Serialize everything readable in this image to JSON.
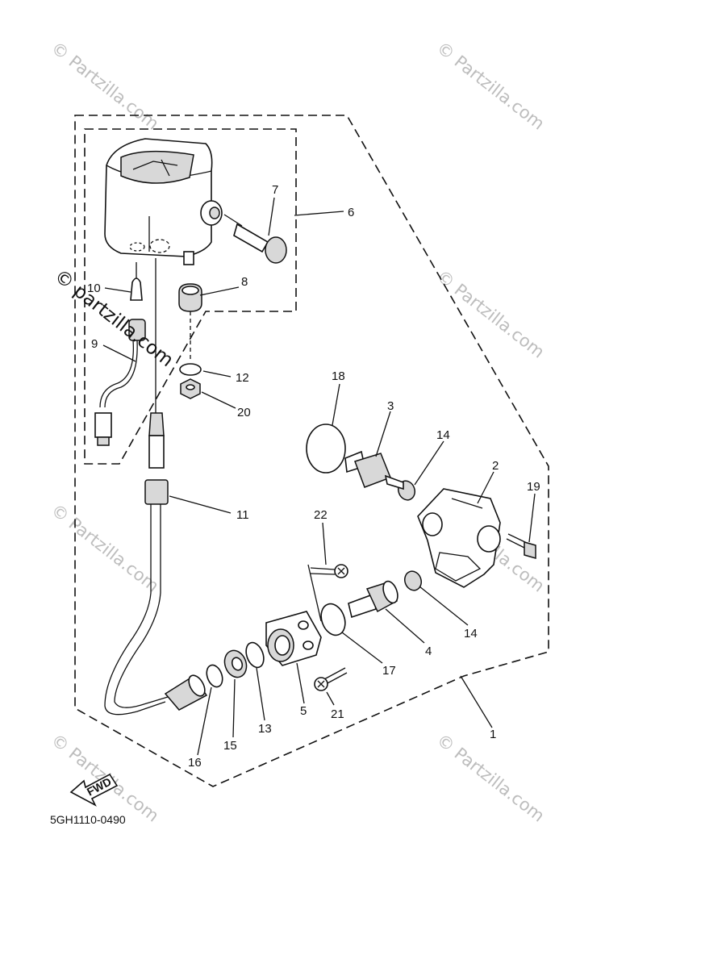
{
  "diagram": {
    "code": "5GH1110-0490",
    "fwd_label": "FWD",
    "watermark": "© Partzilla.com",
    "watermark_dark": "© partzilla.com",
    "callouts": [
      {
        "id": "c1",
        "label": "1"
      },
      {
        "id": "c2",
        "label": "2"
      },
      {
        "id": "c3",
        "label": "3"
      },
      {
        "id": "c4",
        "label": "4"
      },
      {
        "id": "c5",
        "label": "5"
      },
      {
        "id": "c6",
        "label": "6"
      },
      {
        "id": "c7",
        "label": "7"
      },
      {
        "id": "c8",
        "label": "8"
      },
      {
        "id": "c9",
        "label": "9"
      },
      {
        "id": "c10",
        "label": "10"
      },
      {
        "id": "c11",
        "label": "11"
      },
      {
        "id": "c12",
        "label": "12"
      },
      {
        "id": "c13",
        "label": "13"
      },
      {
        "id": "c14a",
        "label": "14"
      },
      {
        "id": "c14b",
        "label": "14"
      },
      {
        "id": "c15",
        "label": "15"
      },
      {
        "id": "c16",
        "label": "16"
      },
      {
        "id": "c17",
        "label": "17"
      },
      {
        "id": "c18",
        "label": "18"
      },
      {
        "id": "c19",
        "label": "19"
      },
      {
        "id": "c20",
        "label": "20"
      },
      {
        "id": "c21",
        "label": "21"
      },
      {
        "id": "c22",
        "label": "22"
      }
    ]
  }
}
